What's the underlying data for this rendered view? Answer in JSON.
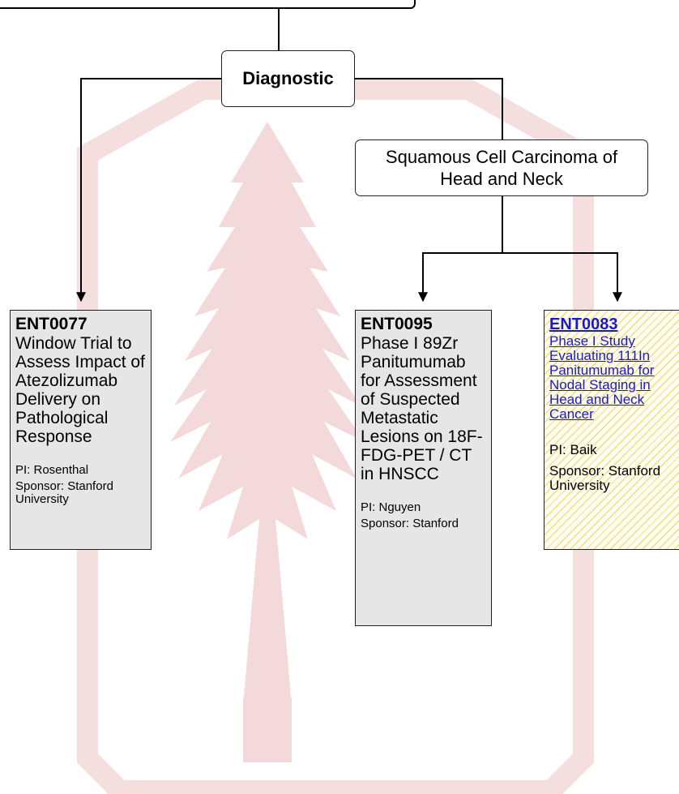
{
  "colors": {
    "watermark": "#f3d9d9",
    "connector": "#000000",
    "trial_fill": "#e6e6e6",
    "highlight_hatch": "#f0d35a",
    "link": "#1a1acc"
  },
  "category": {
    "label": "Diagnostic"
  },
  "disease": {
    "label": "Squamous Cell Carcinoma of Head and Neck"
  },
  "trials": [
    {
      "id": "ENT0077",
      "title": "Window Trial to Assess Impact of Atezolizumab Delivery on Pathological Response",
      "pi": "PI: Rosenthal",
      "sponsor": "Sponsor: Stanford University",
      "highlighted": false
    },
    {
      "id": "ENT0095",
      "title": "Phase I 89Zr Panitumumab for Assessment of Suspected Metastatic Lesions on 18F-FDG-PET / CT in HNSCC",
      "pi": "PI: Nguyen",
      "sponsor": "Sponsor: Stanford",
      "highlighted": false
    },
    {
      "id": "ENT0083",
      "title": "Phase I Study Evaluating 111In Panitumumab for Nodal Staging in Head and Neck Cancer",
      "pi": "PI: Baik",
      "sponsor": "Sponsor: Stanford University",
      "highlighted": true,
      "is_link": true
    }
  ]
}
